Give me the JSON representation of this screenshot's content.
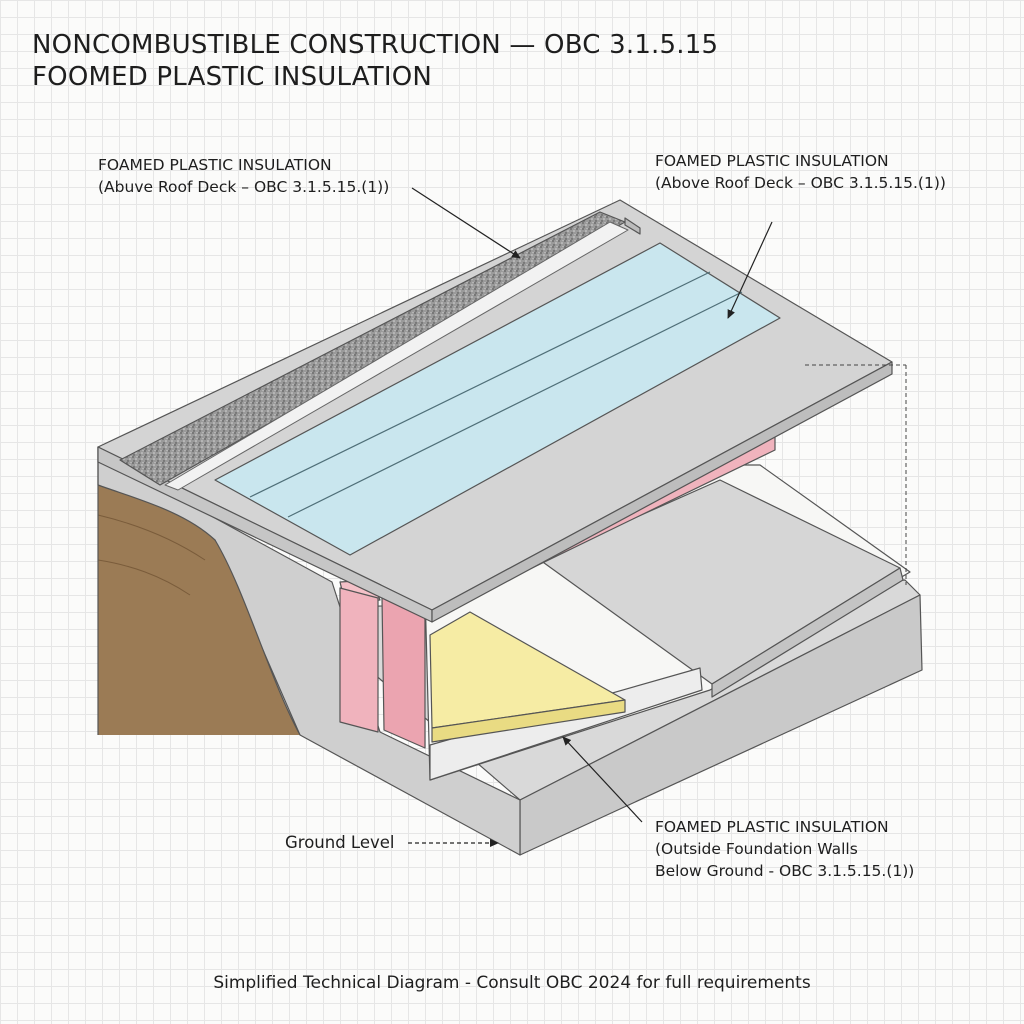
{
  "title": {
    "line1": "NONCOMBUSTIBLE CONSTRUCTION — OBC 3.1.5.15",
    "line2": "FOOMED PLASTIC INSULATION"
  },
  "labels": {
    "top_left": {
      "line1": "FOAMED PLASTIC INSULATION",
      "line2": "(Abuve Roof Deck – OBC 3.1.5.15.(1))"
    },
    "top_right": {
      "line1": "FOAMED PLASTIC INSULATION",
      "line2": "(Above Roof Deck – OBC 3.1.5.15.(1))"
    },
    "bottom_right": {
      "line1": "FOAMED PLASTIC INSULATION",
      "line2": "(Outside Foundation Walls",
      "line3": "Below Ground - OBC 3.1.5.15.(1))"
    },
    "ground": "Ground Level"
  },
  "footer": "Simplified Technical Diagram - Consult OBC 2024 for full requirements",
  "colors": {
    "concrete": "#d4d4d4",
    "soil": "#9b7b55",
    "gravel": "#8f8f8f",
    "blue_insulation": "#c9e6ee",
    "pink_insulation": "#f0b3bd",
    "yellow_insulation": "#f6eca4"
  }
}
